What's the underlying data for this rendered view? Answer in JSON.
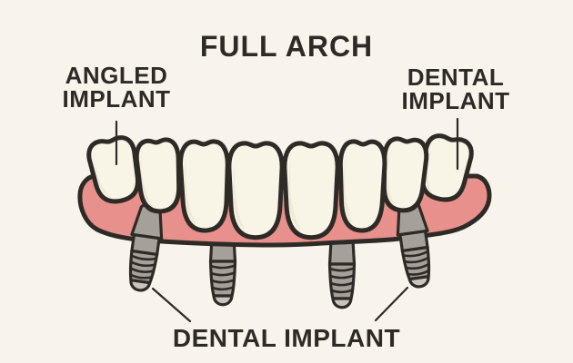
{
  "title": "FULL ARCH",
  "labels": {
    "angled_implant_line1": "ANGLED",
    "angled_implant_line2": "IMPLANT",
    "dental_implant_top_line1": "DENTAL",
    "dental_implant_top_line2": "IMPLANT",
    "dental_implant_bottom": "DENTAL IMPLANT"
  },
  "colors": {
    "background": "#f8f4ec",
    "ink": "#2e2b27",
    "gum": "#e8918c",
    "tooth": "#f8f4e6",
    "tooth_shade": "#e9e0cb",
    "implant": "#a5a19a",
    "implant_light": "#c9c5bc"
  },
  "diagram": {
    "subject": "Full arch dental prosthesis supported by four implants",
    "teeth_count": 8,
    "implants": [
      {
        "position": "far-left",
        "type": "angled"
      },
      {
        "position": "mid-left",
        "type": "straight"
      },
      {
        "position": "mid-right",
        "type": "straight"
      },
      {
        "position": "far-right",
        "type": "angled"
      }
    ]
  }
}
